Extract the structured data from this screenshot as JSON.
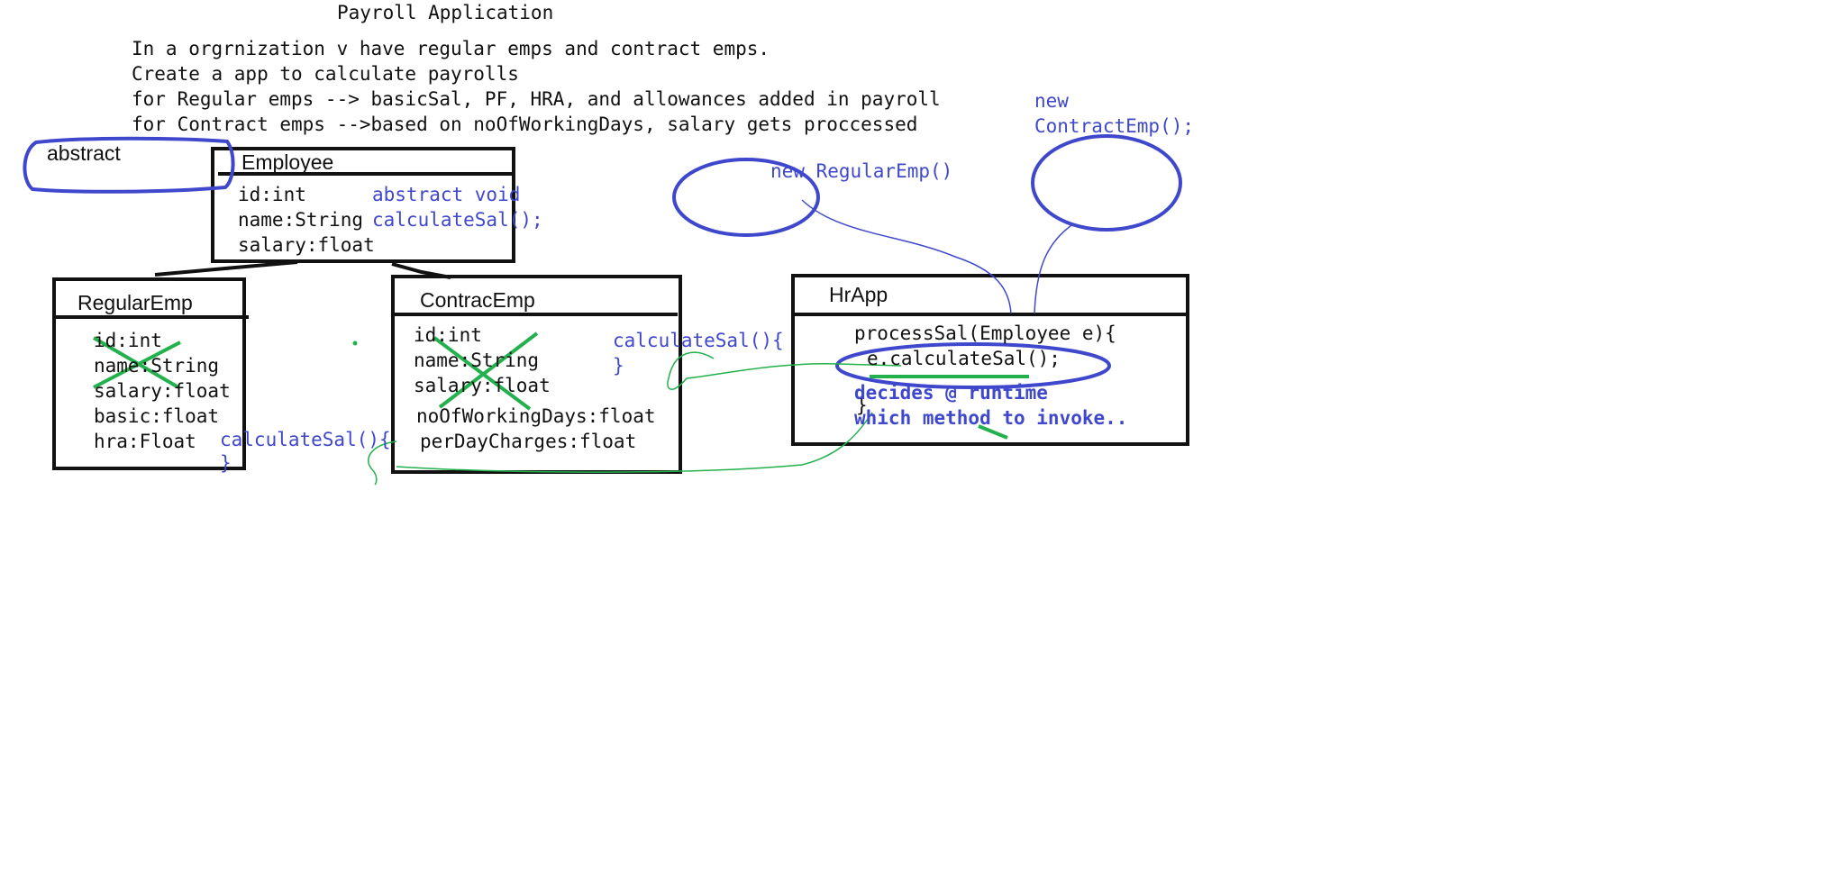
{
  "title": "Payroll Application",
  "intro": [
    "In a orgrnization v have regular emps and contract emps.",
    "Create a app to calculate payrolls",
    "for Regular emps --> basicSal, PF, HRA, and allowances added in payroll",
    "for Contract emps -->based on noOfWorkingDays, salary gets proccessed"
  ],
  "abstract_label": "abstract",
  "employee": {
    "name": "Employee",
    "fields": [
      "id:int",
      "name:String",
      "salary:float"
    ],
    "method_line1": "abstract void",
    "method_line2": "calculateSal();"
  },
  "regular_emp": {
    "name": "RegularEmp",
    "fields": [
      "id:int",
      "name:String",
      "salary:float",
      "basic:float",
      "hra:Float"
    ],
    "method_line1": "calculateSal(){",
    "method_line2": "}"
  },
  "contract_emp": {
    "name": "ContracEmp",
    "fields": [
      "id:int",
      "name:String",
      "salary:float",
      "noOfWorkingDays:float",
      "perDayCharges:float"
    ],
    "method_line1": "calculateSal(){",
    "method_line2": "}"
  },
  "hr_app": {
    "name": "HrApp",
    "method_signature": "processSal(Employee e){",
    "call": "e.calculateSal();",
    "closing": "}",
    "note_line1": "decides @ runtime",
    "note_line2": "which method to invoke.."
  },
  "new_regular": "new RegularEmp()",
  "new_contract_line1": "new",
  "new_contract_line2": "ContractEmp();",
  "colors": {
    "ink": "#111111",
    "pen_blue": "#3f48cc",
    "pen_green": "#22b14c"
  }
}
